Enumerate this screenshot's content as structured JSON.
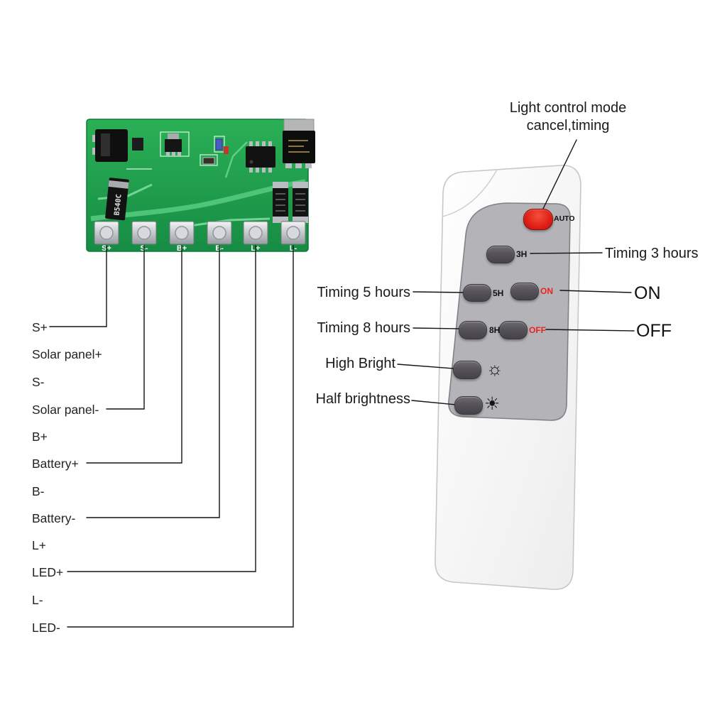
{
  "colors": {
    "annotation_text": "#1b1b1b",
    "line_black": "#141414",
    "board_green": "#1fa24b",
    "remote_body": "#fafafa",
    "remote_panel": "#b4b3b7",
    "button_gray": "#504e54",
    "auto_red": "#e2231a",
    "red_label": "#e8251d"
  },
  "annotations": {
    "light_control_line1": "Light control mode",
    "light_control_line2": "cancel,timing",
    "timing_3h": "Timing 3 hours",
    "timing_5h": "Timing 5 hours",
    "timing_8h": "Timing 8 hours",
    "on_label": "ON",
    "off_label": "OFF",
    "high_bright": "High Bright",
    "half_brightness": "Half brightness"
  },
  "remote": {
    "button_labels": {
      "auto": "AUTO",
      "timer3": "3H",
      "timer5": "5H",
      "on": "ON",
      "timer8": "8H",
      "off": "OFF"
    },
    "icons": {
      "high_bright": "☼",
      "half_bright": "☀"
    }
  },
  "pcb": {
    "pad_labels": [
      "S+",
      "S-",
      "B+",
      "B-",
      "L+",
      "L-"
    ],
    "diode_label": "B540C"
  },
  "wiring": {
    "labels": [
      "S+",
      "Solar panel+",
      "S-",
      "Solar panel-",
      "B+",
      "Battery+",
      "B-",
      "Battery-",
      "L+",
      "LED+",
      "L-",
      "LED-"
    ]
  }
}
